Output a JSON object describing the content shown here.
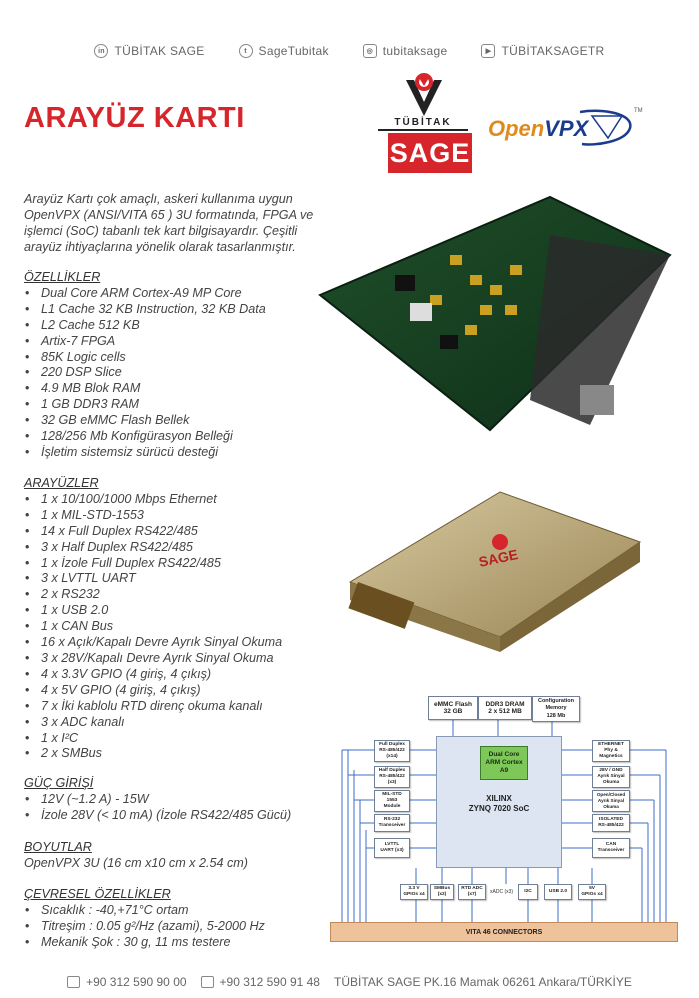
{
  "social": [
    {
      "icon": "linkedin-icon",
      "glyph": "in",
      "label": "TÜBİTAK SAGE"
    },
    {
      "icon": "twitter-icon",
      "glyph": "t",
      "label": "SageTubitak"
    },
    {
      "icon": "instagram-icon",
      "glyph": "◎",
      "label": "tubitaksage"
    },
    {
      "icon": "youtube-icon",
      "glyph": "▶",
      "label": "TÜBİTAKSAGETR"
    }
  ],
  "title": "ARAYÜZ KARTI",
  "logos": {
    "tubitak_text": "TÜBİTAK",
    "sage_text": "SAGE",
    "openvpx_open": "Open",
    "openvpx_vpx": "VPX",
    "openvpx_tm": "TM"
  },
  "intro": "Arayüz Kartı çok amaçlı, askeri kullanıma uygun OpenVPX (ANSI/VITA 65 ) 3U formatında, FPGA ve işlemci (SoC) tabanlı tek kart bilgisayardır. Çeşitli arayüz ihtiyaçlarına yönelik olarak tasarlanmıştır.",
  "features": {
    "heading": "ÖZELLİKLER",
    "items": [
      "Dual Core ARM Cortex-A9 MP Core",
      "L1 Cache 32 KB Instruction, 32 KB Data",
      "L2 Cache 512 KB",
      "Artix-7 FPGA",
      "85K Logic cells",
      "220 DSP Slice",
      "4.9 MB Blok RAM",
      "1 GB DDR3 RAM",
      "32 GB eMMC Flash Bellek",
      "128/256 Mb Konfigürasyon Belleği",
      "İşletim sistemsiz sürücü desteği"
    ]
  },
  "interfaces": {
    "heading": "ARAYÜZLER",
    "items": [
      "1 x 10/100/1000 Mbps Ethernet",
      "1 x MIL-STD-1553",
      "14 x Full Duplex RS422/485",
      "3 x Half  Duplex RS422/485",
      "1 x İzole Full Duplex RS422/485",
      "3 x LVTTL UART",
      "2 x RS232",
      "1 x USB 2.0",
      "1 x CAN Bus",
      "16 x Açık/Kapalı Devre Ayrık Sinyal Okuma",
      "3 x 28V/Kapalı Devre Ayrık Sinyal Okuma",
      "4 x 3.3V GPIO (4 giriş, 4 çıkış)",
      "4 x 5V GPIO (4 giriş, 4 çıkış)",
      "7 x İki kablolu RTD direnç okuma kanalı",
      "3 x ADC kanalı",
      "1 x I²C",
      "2 x SMBus"
    ]
  },
  "power": {
    "heading": "GÜÇ GİRİŞİ",
    "items": [
      "12V (~1.2 A) - 15W",
      "İzole 28V (< 10 mA) (İzole RS422/485 Gücü)"
    ]
  },
  "dimensions": {
    "heading": "BOYUTLAR",
    "text": "OpenVPX 3U (16 cm x10 cm x 2.54 cm)"
  },
  "environment": {
    "heading": "ÇEVRESEL ÖZELLİKLER",
    "items": [
      "Sıcaklık : -40,+71°C ortam",
      "Titreşim : 0.05 g²/Hz (azami), 5-2000 Hz",
      "Mekanik Şok : 30 g, 11 ms testere"
    ]
  },
  "diagram": {
    "top": [
      "eMMC Flash\n32 GB",
      "DDR3 DRAM\n2 x 512 MB",
      "Configuration\nMemory\n128 Mb"
    ],
    "core": "Dual Core\nARM\nCortex A9",
    "soc": "XILINX\nZYNQ 7020 SoC",
    "left": [
      "Full Duplex\nRS-485/422\n(x14)",
      "Half Duplex\nRS-485/422\n(x3)",
      "MIL-STD\n1553\nModule",
      "RS-232\nTransceiver",
      "LVTTL\nUART (x3)"
    ],
    "right": [
      "ETHERNET\nPhy &\nMagnetics",
      "28V / GND\nAyrık Sinyal\nOkuma",
      "Open/Closed\nAyrık Sinyal\nOkuma",
      "ISOLATED\nRS-485/422",
      "CAN\nTransceiver"
    ],
    "bottom": [
      "3.3 V\nGPIOs x4",
      "SMBus\n(x2)",
      "RTD ADC\n(x7)",
      "xADC (x3)",
      "I2C",
      "USB 2.0",
      "5V\nGPIOs x4"
    ],
    "vita": "VITA 46 CONNECTORS"
  },
  "footer": {
    "phone": "+90 312 590 90 00",
    "fax": "+90 312 590 91 48",
    "address": "TÜBİTAK SAGE PK.16 Mamak 06261 Ankara/TÜRKİYE"
  }
}
